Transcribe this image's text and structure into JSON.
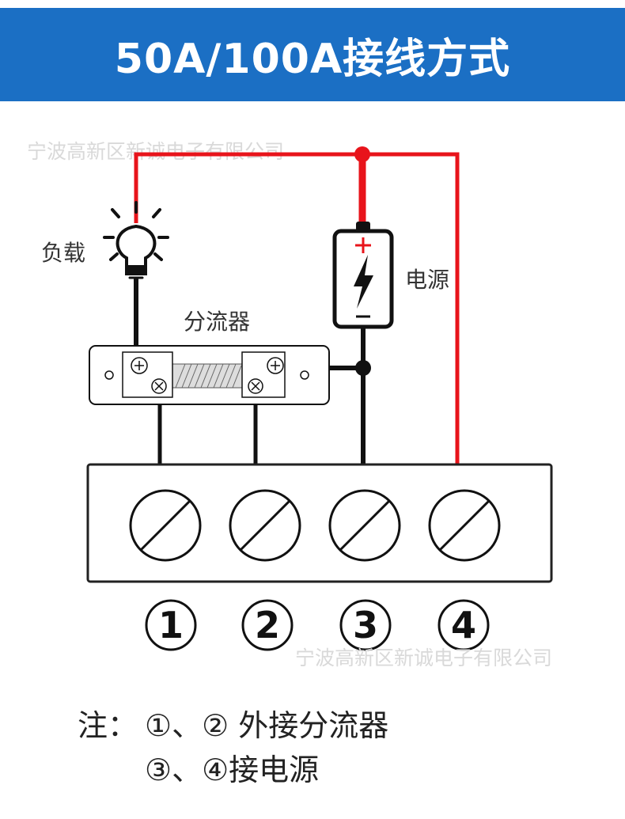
{
  "header": {
    "title": "50A/100A接线方式"
  },
  "watermark": {
    "text": "宁波高新区新诚电子有限公司"
  },
  "labels": {
    "load": "负载",
    "power": "电源",
    "shunt": "分流器"
  },
  "terminals": [
    "1",
    "2",
    "3",
    "4"
  ],
  "note": {
    "prefix": "注：",
    "line1": "①、② 外接分流器",
    "line2": "③、④接电源"
  },
  "colors": {
    "header_bg": "#1b6fc4",
    "positive_wire": "#e8141b",
    "negative_wire": "#111111"
  },
  "icons": [
    "bulb-icon",
    "battery-icon",
    "lightning-icon",
    "screw-icon"
  ]
}
